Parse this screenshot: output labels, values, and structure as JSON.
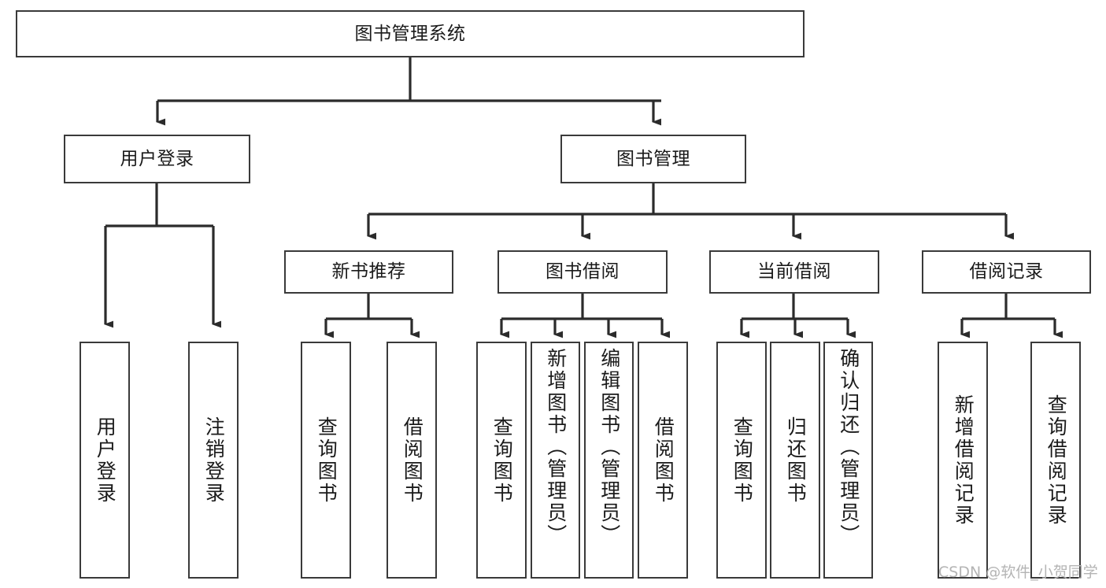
{
  "diagram": {
    "title": "图书管理系统",
    "type": "tree",
    "root": {
      "id": "root",
      "label": "图书管理系统"
    },
    "level2": [
      {
        "id": "user-login",
        "label": "用户登录"
      },
      {
        "id": "book-manage",
        "label": "图书管理"
      }
    ],
    "level3": [
      {
        "id": "new-book-recommend",
        "label": "新书推荐",
        "parent": "book-manage"
      },
      {
        "id": "book-borrow",
        "label": "图书借阅",
        "parent": "book-manage"
      },
      {
        "id": "current-borrow",
        "label": "当前借阅",
        "parent": "book-manage"
      },
      {
        "id": "borrow-record",
        "label": "借阅记录",
        "parent": "book-manage"
      }
    ],
    "leaves": [
      {
        "id": "leaf-user-login",
        "label": "用户登录",
        "parent": "user-login"
      },
      {
        "id": "leaf-logout-login",
        "label": "注销登录",
        "parent": "user-login"
      },
      {
        "id": "leaf-query-book-1",
        "label": "查询图书",
        "parent": "new-book-recommend"
      },
      {
        "id": "leaf-borrow-book-1",
        "label": "借阅图书",
        "parent": "new-book-recommend"
      },
      {
        "id": "leaf-query-book-2",
        "label": "查询图书",
        "parent": "book-borrow"
      },
      {
        "id": "leaf-add-book",
        "label": "新增图书（管理员）",
        "parent": "book-borrow"
      },
      {
        "id": "leaf-edit-book",
        "label": "编辑图书（管理员）",
        "parent": "book-borrow"
      },
      {
        "id": "leaf-borrow-book-2",
        "label": "借阅图书",
        "parent": "book-borrow"
      },
      {
        "id": "leaf-query-book-3",
        "label": "查询图书",
        "parent": "current-borrow"
      },
      {
        "id": "leaf-return-book",
        "label": "归还图书",
        "parent": "current-borrow"
      },
      {
        "id": "leaf-confirm-return",
        "label": "确认归还（管理员）",
        "parent": "current-borrow"
      },
      {
        "id": "leaf-add-record",
        "label": "新增借阅记录",
        "parent": "borrow-record"
      },
      {
        "id": "leaf-query-record",
        "label": "查询借阅记录",
        "parent": "borrow-record"
      }
    ],
    "colors": {
      "stroke": "#3a3a3a",
      "fill": "#ffffff",
      "text": "#1a1a1a",
      "watermark": "#b4b4b4"
    }
  },
  "watermark": {
    "text": "CSDN @软件_小贺同学"
  }
}
